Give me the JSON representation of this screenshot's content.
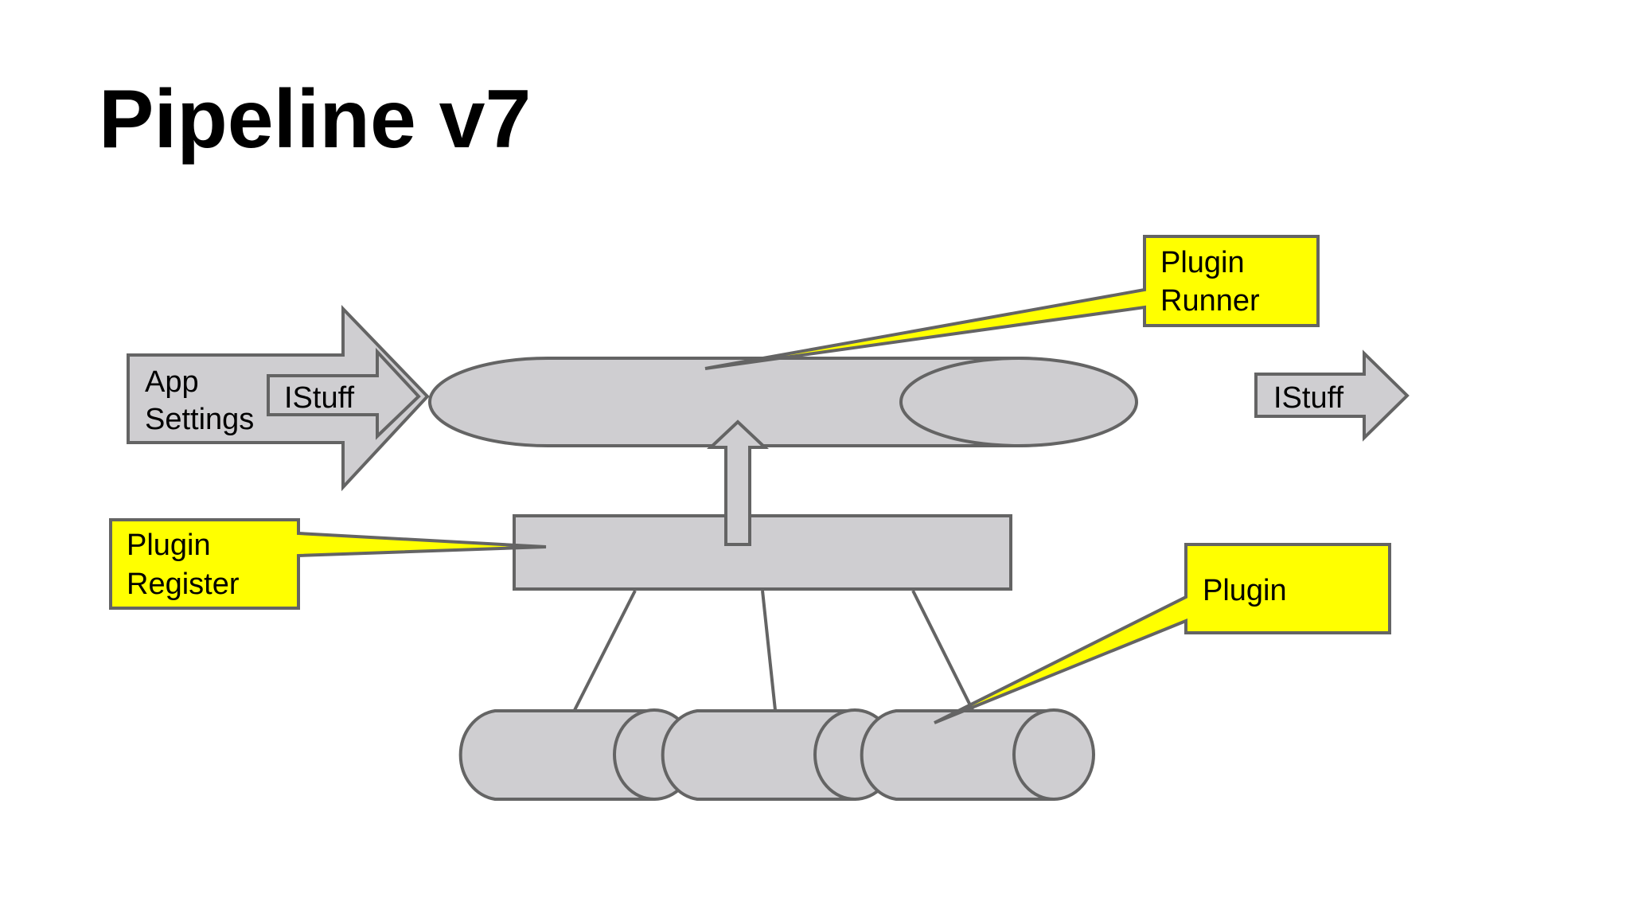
{
  "slide": {
    "title": "Pipeline v7"
  },
  "diagram": {
    "input_arrow_label_line1": "App",
    "input_arrow_label_line2": "Settings",
    "inner_arrow_label": "IStuff",
    "output_arrow_label": "IStuff",
    "callouts": {
      "runner_line1": "Plugin",
      "runner_line2": "Runner",
      "register_line1": "Plugin",
      "register_line2": "Register",
      "plugin": "Plugin"
    }
  },
  "colors": {
    "shape_fill": "#cfced1",
    "shape_stroke": "#646464",
    "callout_fill": "#ffff00",
    "text": "#000000"
  }
}
